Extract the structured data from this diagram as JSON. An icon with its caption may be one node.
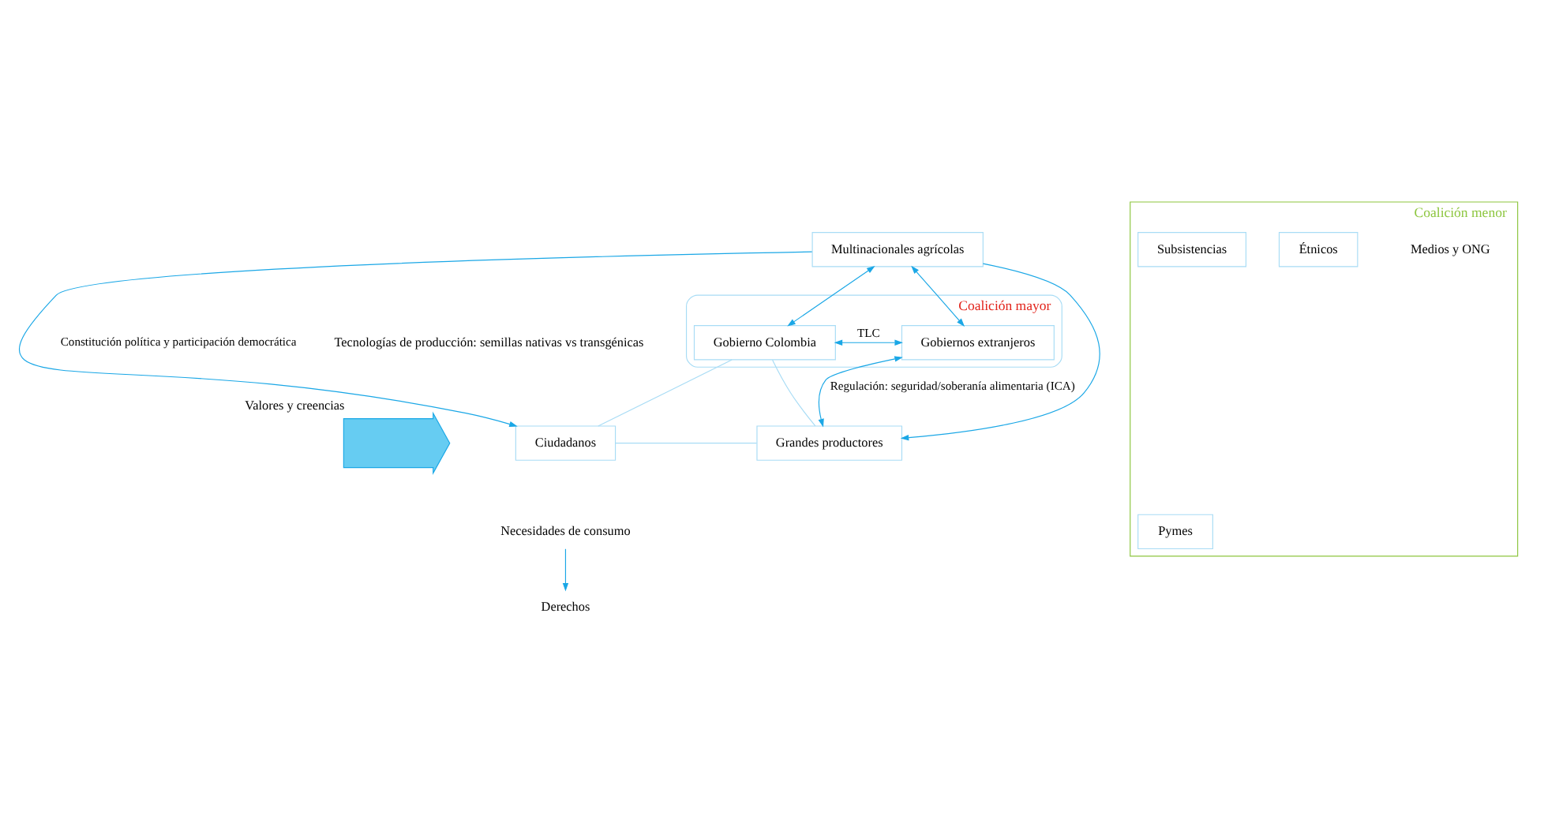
{
  "diagram": {
    "nodes": [
      {
        "text": [
          "Multinacionales agrícolas"
        ]
      },
      {
        "text": [
          "Coalición mayor"
        ]
      },
      {
        "text": [
          "Gobierno Colombia"
        ],
        "in": 1
      },
      {
        "text": [
          "Gobiernos extranjeros"
        ],
        "in": 1
      },
      {
        "text": [],
        "shape": "arrow",
        "beside": [
          "Valores y creencias"
        ]
      },
      {
        "text": [
          "Ciudadanos"
        ]
      },
      {
        "text": [
          "Grandes productores"
        ]
      },
      {
        "text": [
          "Necesidades de consumo"
        ]
      },
      {
        "text": [
          "Derechos"
        ]
      },
      {
        "text": [
          "Coalición menor"
        ]
      },
      {
        "text": [
          "Medios y ONG"
        ],
        "in": 9
      },
      {
        "text": [
          "Pymes"
        ],
        "in": 9
      },
      {
        "text": [
          "Étnicos"
        ],
        "in": 9
      },
      {
        "text": [
          "Subsistencias"
        ],
        "in": 9
      }
    ],
    "edges": [
      {
        "from": 0,
        "to": 5,
        "arrow": "to",
        "label": "Constitución política y participación democrática"
      },
      {
        "from": 0,
        "to": 6,
        "arrow": "to"
      },
      {
        "from": 0,
        "to": 2,
        "arrow": "both"
      },
      {
        "from": 0,
        "to": 3,
        "arrow": "both"
      },
      {
        "from": 2,
        "to": 3,
        "arrow": "both",
        "label": "TLC"
      },
      {
        "from": 3,
        "to": 6,
        "arrow": "both",
        "label": "Regulación: seguridad/soberanía alimentaria (ICA)"
      },
      {
        "from": 2,
        "to": 5,
        "arrow": "none",
        "color": "#a8dcf5"
      },
      {
        "from": 2,
        "to": 6,
        "arrow": "none",
        "color": "#a8dcf5"
      },
      {
        "from": 5,
        "to": 6,
        "arrow": "none",
        "color": "#a8dcf5"
      },
      {
        "from": 7,
        "to": 8,
        "arrow": "to"
      }
    ],
    "labels": [
      "Tecnologías de producción: semillas nativas vs transgénicas"
    ]
  }
}
